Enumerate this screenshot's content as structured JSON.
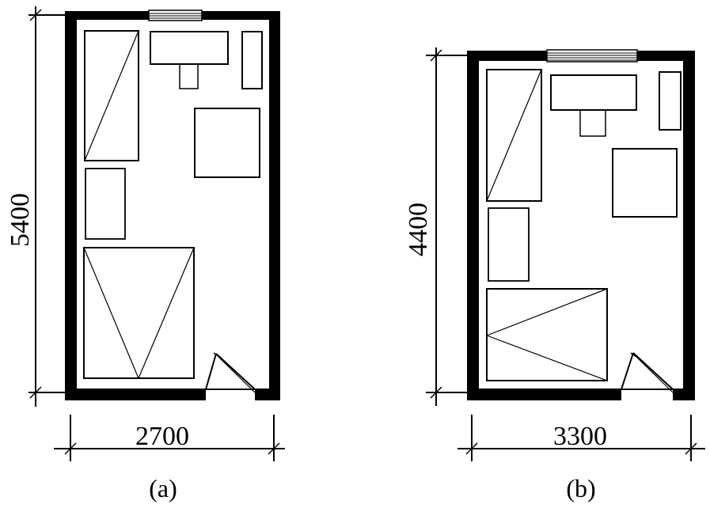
{
  "plans": [
    {
      "caption": "(a)",
      "width_label": "2700",
      "height_label": "5400"
    },
    {
      "caption": "(b)",
      "width_label": "3300",
      "height_label": "4400"
    }
  ],
  "colors": {
    "ink": "#000000",
    "paper": "#ffffff"
  }
}
